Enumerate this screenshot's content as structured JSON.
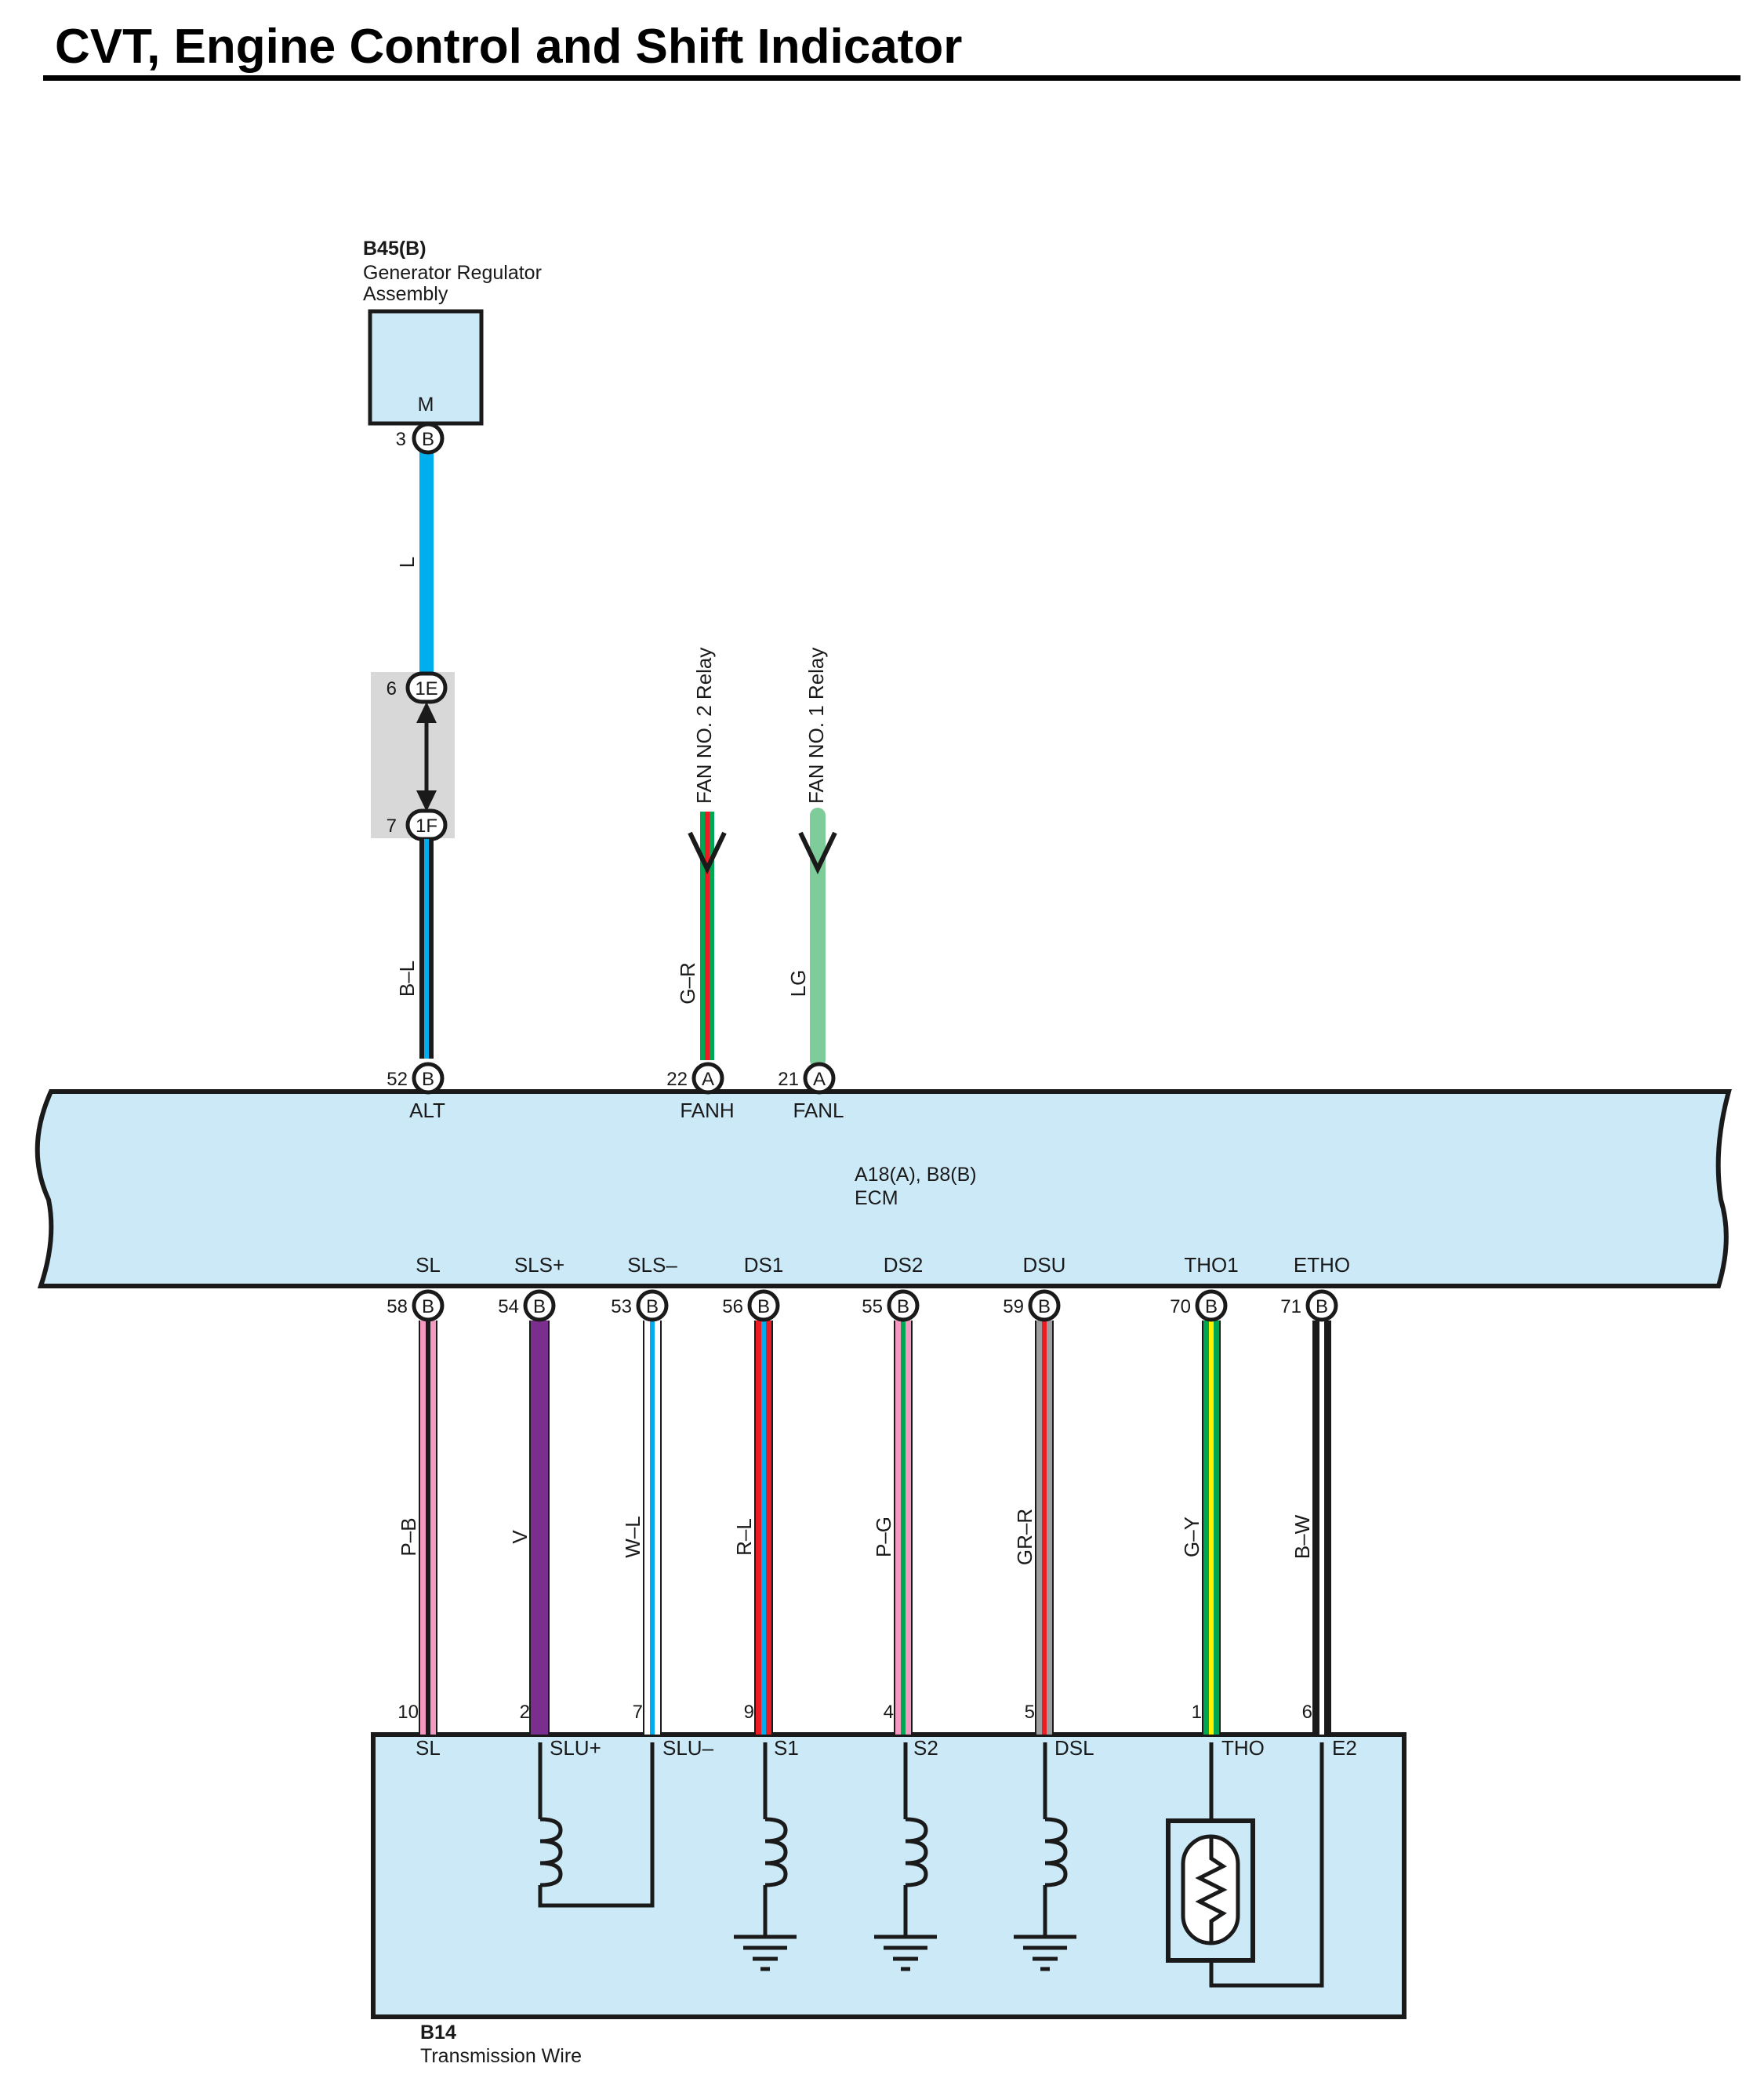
{
  "title": "CVT, Engine Control and Shift Indicator",
  "colors": {
    "component_fill": "#cce9f8",
    "junction_fill": "#d8d8d8",
    "L": "#00aeef",
    "B": "#1a1a1a",
    "W": "#ffffff",
    "G": "#00a651",
    "R": "#ed1c24",
    "LG": "#7dcc9a",
    "P": "#f49ac1",
    "V": "#7a2e8e",
    "GR": "#9e9e9e",
    "Y": "#fff200"
  },
  "generator": {
    "connector_id": "B45(B)",
    "name_line1": "Generator Regulator",
    "name_line2": "Assembly",
    "terminal_name": "M",
    "pin": "3",
    "pin_connector": "B",
    "wire_color_label": "L"
  },
  "junction": {
    "top_pin": "6",
    "top_connector": "1E",
    "bottom_pin": "7",
    "bottom_connector": "1F",
    "wire_color_label": "B–L"
  },
  "relays": [
    {
      "name": "FAN NO. 2 Relay",
      "wire_color_label": "G–R",
      "pin": "22",
      "pin_connector": "A",
      "ecm_terminal": "FANH"
    },
    {
      "name": "FAN NO. 1 Relay",
      "wire_color_label": "LG",
      "pin": "21",
      "pin_connector": "A",
      "ecm_terminal": "FANL"
    }
  ],
  "ecm": {
    "connector_ids": "A18(A), B8(B)",
    "name": "ECM",
    "top_pin": {
      "pin": "52",
      "pin_connector": "B",
      "terminal": "ALT"
    },
    "bottom_pins": [
      {
        "terminal": "SL",
        "pin": "58",
        "pin_connector": "B"
      },
      {
        "terminal": "SLS+",
        "pin": "54",
        "pin_connector": "B"
      },
      {
        "terminal": "SLS–",
        "pin": "53",
        "pin_connector": "B"
      },
      {
        "terminal": "DS1",
        "pin": "56",
        "pin_connector": "B"
      },
      {
        "terminal": "DS2",
        "pin": "55",
        "pin_connector": "B"
      },
      {
        "terminal": "DSU",
        "pin": "59",
        "pin_connector": "B"
      },
      {
        "terminal": "THO1",
        "pin": "70",
        "pin_connector": "B"
      },
      {
        "terminal": "ETHO",
        "pin": "71",
        "pin_connector": "B"
      }
    ]
  },
  "wires": [
    {
      "label": "P–B",
      "base": "P",
      "stripe": "B"
    },
    {
      "label": "V",
      "base": "V",
      "stripe": ""
    },
    {
      "label": "W–L",
      "base": "W",
      "stripe": "L"
    },
    {
      "label": "R–L",
      "base": "R",
      "stripe": "L"
    },
    {
      "label": "P–G",
      "base": "P",
      "stripe": "G"
    },
    {
      "label": "GR–R",
      "base": "GR",
      "stripe": "R"
    },
    {
      "label": "G–Y",
      "base": "G",
      "stripe": "Y"
    },
    {
      "label": "B–W",
      "base": "B",
      "stripe": "W"
    }
  ],
  "transmission": {
    "connector_id": "B14",
    "name": "Transmission Wire",
    "pins": [
      {
        "pin": "10",
        "terminal": "SL"
      },
      {
        "pin": "2",
        "terminal": "SLU+"
      },
      {
        "pin": "7",
        "terminal": "SLU–"
      },
      {
        "pin": "9",
        "terminal": "S1"
      },
      {
        "pin": "4",
        "terminal": "S2"
      },
      {
        "pin": "5",
        "terminal": "DSL"
      },
      {
        "pin": "1",
        "terminal": "THO"
      },
      {
        "pin": "6",
        "terminal": "E2"
      }
    ]
  }
}
